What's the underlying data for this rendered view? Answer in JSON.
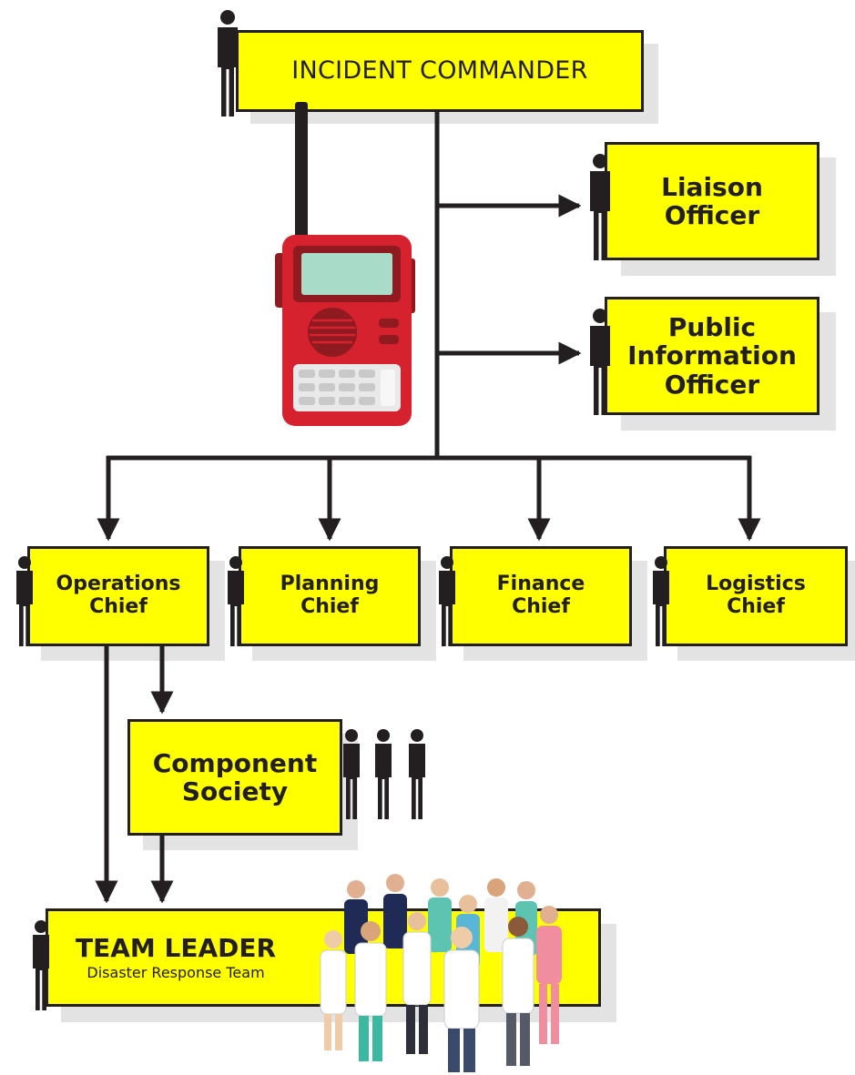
{
  "incident_commander": {
    "label": "INCIDENT COMMANDER"
  },
  "liaison_officer": {
    "line1": "Liaison",
    "line2": "Officer"
  },
  "public_information_officer": {
    "line1": "Public",
    "line2": "Information",
    "line3": "Officer"
  },
  "chiefs": [
    {
      "line1": "Operations",
      "line2": "Chief"
    },
    {
      "line1": "Planning",
      "line2": "Chief"
    },
    {
      "line1": "Finance",
      "line2": "Chief"
    },
    {
      "line1": "Logistics",
      "line2": "Chief"
    }
  ],
  "component_society": {
    "line1": "Component",
    "line2": "Society"
  },
  "team_leader": {
    "title": "TEAM LEADER",
    "subtitle": "Disaster Response Team"
  },
  "colors": {
    "box_fill": "#ffff00",
    "ink": "#231f20",
    "shadow": "#e3e3e3",
    "radio_body": "#d6212e",
    "radio_screen": "#a8dcc8"
  },
  "icons": [
    "person-silhouette-icon",
    "radio-icon",
    "medical-staff-group-icon"
  ]
}
